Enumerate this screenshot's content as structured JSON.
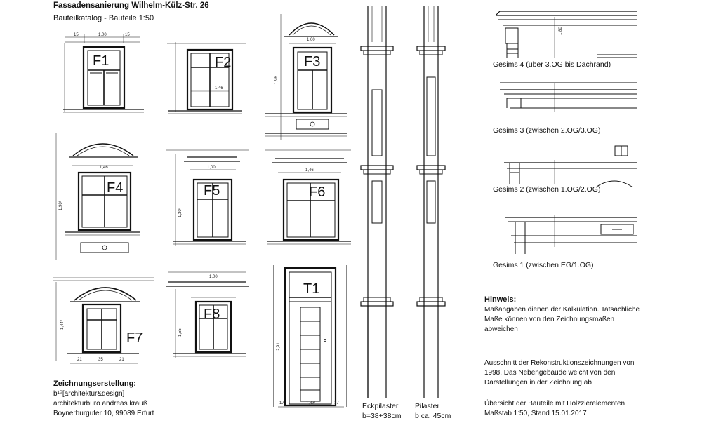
{
  "header": {
    "title": "Fassadensanierung Wilhelm-Külz-Str. 26",
    "subtitle": "Bauteilkatalog - Bauteile 1:50"
  },
  "elements": {
    "f1": "F1",
    "f2": "F2",
    "f3": "F3",
    "f4": "F4",
    "f5": "F5",
    "f6": "F6",
    "f7": "F7",
    "f8": "F8",
    "t1": "T1"
  },
  "dims": {
    "w100": "1,00",
    "w146": "1,46",
    "w133": "1,33¹",
    "d15": "15",
    "d17": "17",
    "d21": "21",
    "d35": "35",
    "h196": "1,96",
    "h190": "1,90¹",
    "h130": "1,30³",
    "h155": "1,55",
    "h144": "1,44³",
    "h291": "2,91",
    "h180": "1,80"
  },
  "pilasters": {
    "eck_name": "Eckpilaster",
    "eck_size": "b=38+38cm",
    "pil_name": "Pilaster",
    "pil_size": "b ca. 45cm"
  },
  "cornices": {
    "g4": "Gesims 4 (über 3.OG bis Dachrand)",
    "g3": "Gesims 3 (zwischen 2.OG/3.OG)",
    "g2": "Gesims 2 (zwischen 1.OG/2.OG)",
    "g1": "Gesims 1 (zwischen EG/1.OG)"
  },
  "notes": {
    "hint_title": "Hinweis:",
    "hint_l1": "Maßangaben dienen der Kalkulation. Tatsächliche",
    "hint_l2": "Maße können von den Zeichnungsmaßen",
    "hint_l3": "abweichen",
    "sec_l1": "Ausschnitt der Rekonstruktionszeichnungen von",
    "sec_l2": "1998. Das Nebengebäude weicht von den",
    "sec_l3": "Darstellungen in der Zeichnung ab",
    "ov_l1": "Übersicht der Bauteile mit Holzzierelementen",
    "ov_l2": "Maßstab 1:50, Stand 15.01.2017"
  },
  "credits": {
    "heading": "Zeichnungserstellung:",
    "line1": "b¹⁰[architektur&design]",
    "line2": "architekturbüro andreas krauß",
    "line3": "Boynerburgufer 10, 99089 Erfurt"
  }
}
